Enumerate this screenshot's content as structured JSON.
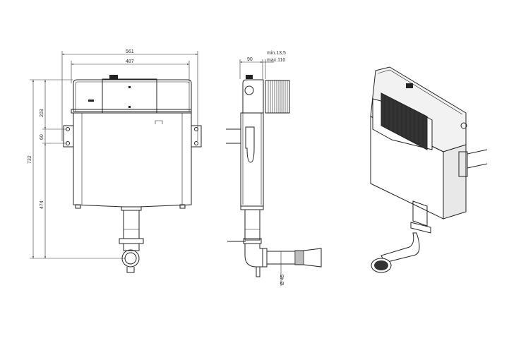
{
  "drawing": {
    "front_view": {
      "dim_overall_width": "561",
      "dim_frame_width": "487",
      "dim_overall_height": "732",
      "dim_outlet_height": "474",
      "dim_top_section": "203",
      "dim_bracket_spacing": "60"
    },
    "side_view": {
      "dim_depth": "90",
      "dim_panel_min": "min.13,5",
      "dim_panel_max": "max.110",
      "dim_pipe_diameter": "Ø 45"
    },
    "colors": {
      "line": "#222222",
      "background": "#ffffff"
    }
  }
}
